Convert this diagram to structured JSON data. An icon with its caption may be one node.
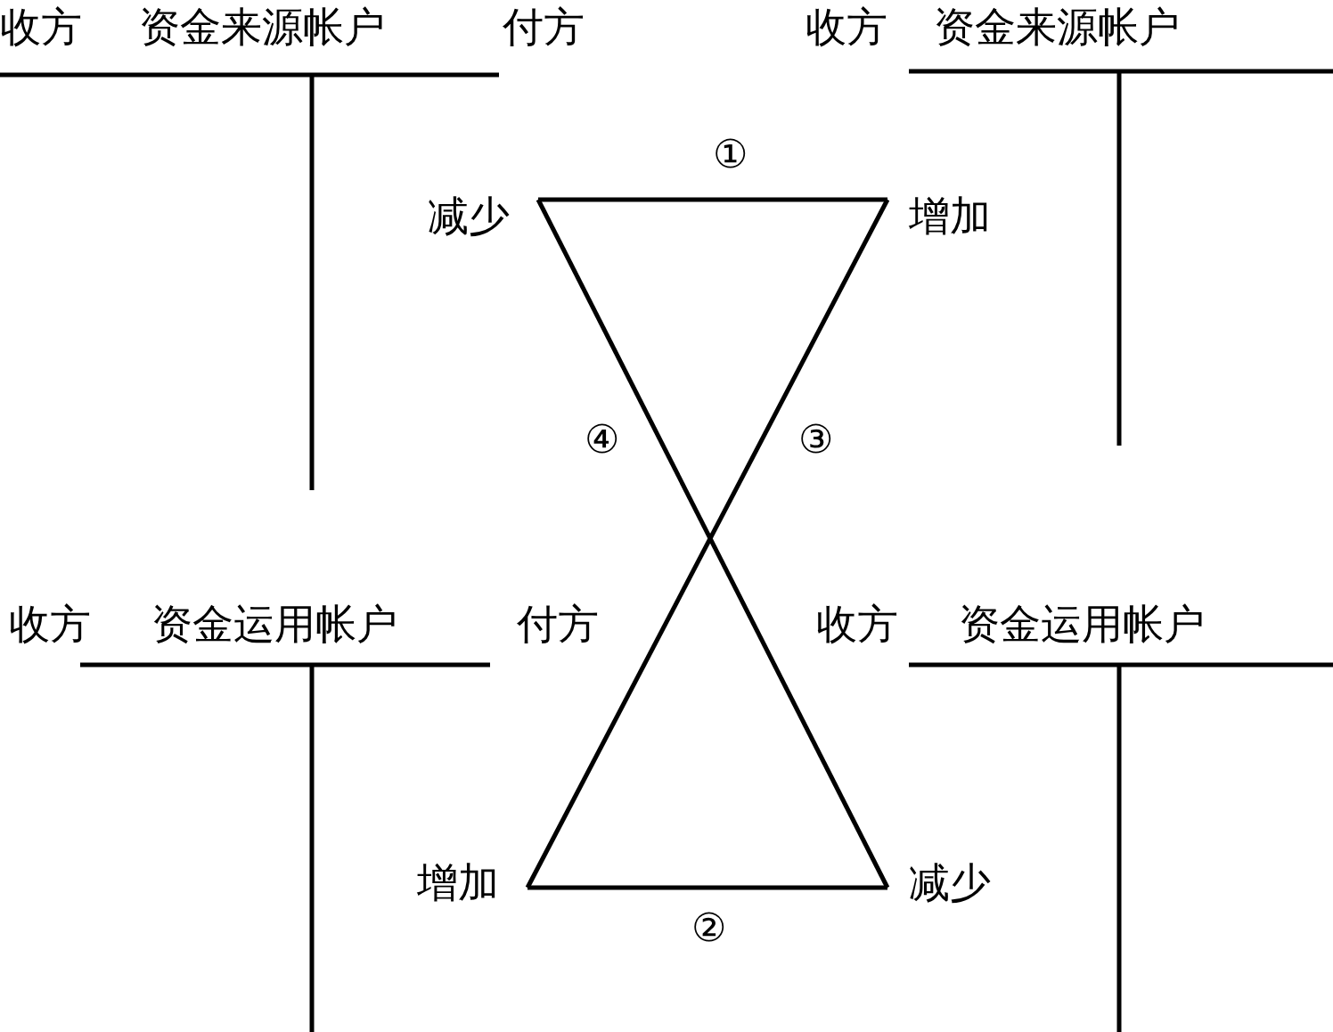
{
  "diagram": {
    "nodes": [
      {
        "text": [
          "收方",
          "资金来源帐户",
          "付方"
        ]
      },
      {
        "text": [
          "收方",
          "资金来源帐户"
        ]
      },
      {
        "text": [
          "收方",
          "资金运用帐户",
          "付方"
        ]
      },
      {
        "text": [
          "收方",
          "资金运用帐户"
        ]
      },
      {
        "text": [
          "减少"
        ],
        "in": 0
      },
      {
        "text": [
          "增加"
        ],
        "in": 1
      },
      {
        "text": [
          "增加"
        ],
        "in": 2
      },
      {
        "text": [
          "减少"
        ],
        "in": 3
      }
    ],
    "edges": [
      {
        "from": 4,
        "to": 5,
        "arrow": "none",
        "label": "①"
      },
      {
        "from": 6,
        "to": 7,
        "arrow": "none",
        "label": "②"
      },
      {
        "from": 5,
        "to": 6,
        "arrow": "none",
        "label": "③"
      },
      {
        "from": 4,
        "to": 7,
        "arrow": "none",
        "label": "④"
      }
    ]
  }
}
